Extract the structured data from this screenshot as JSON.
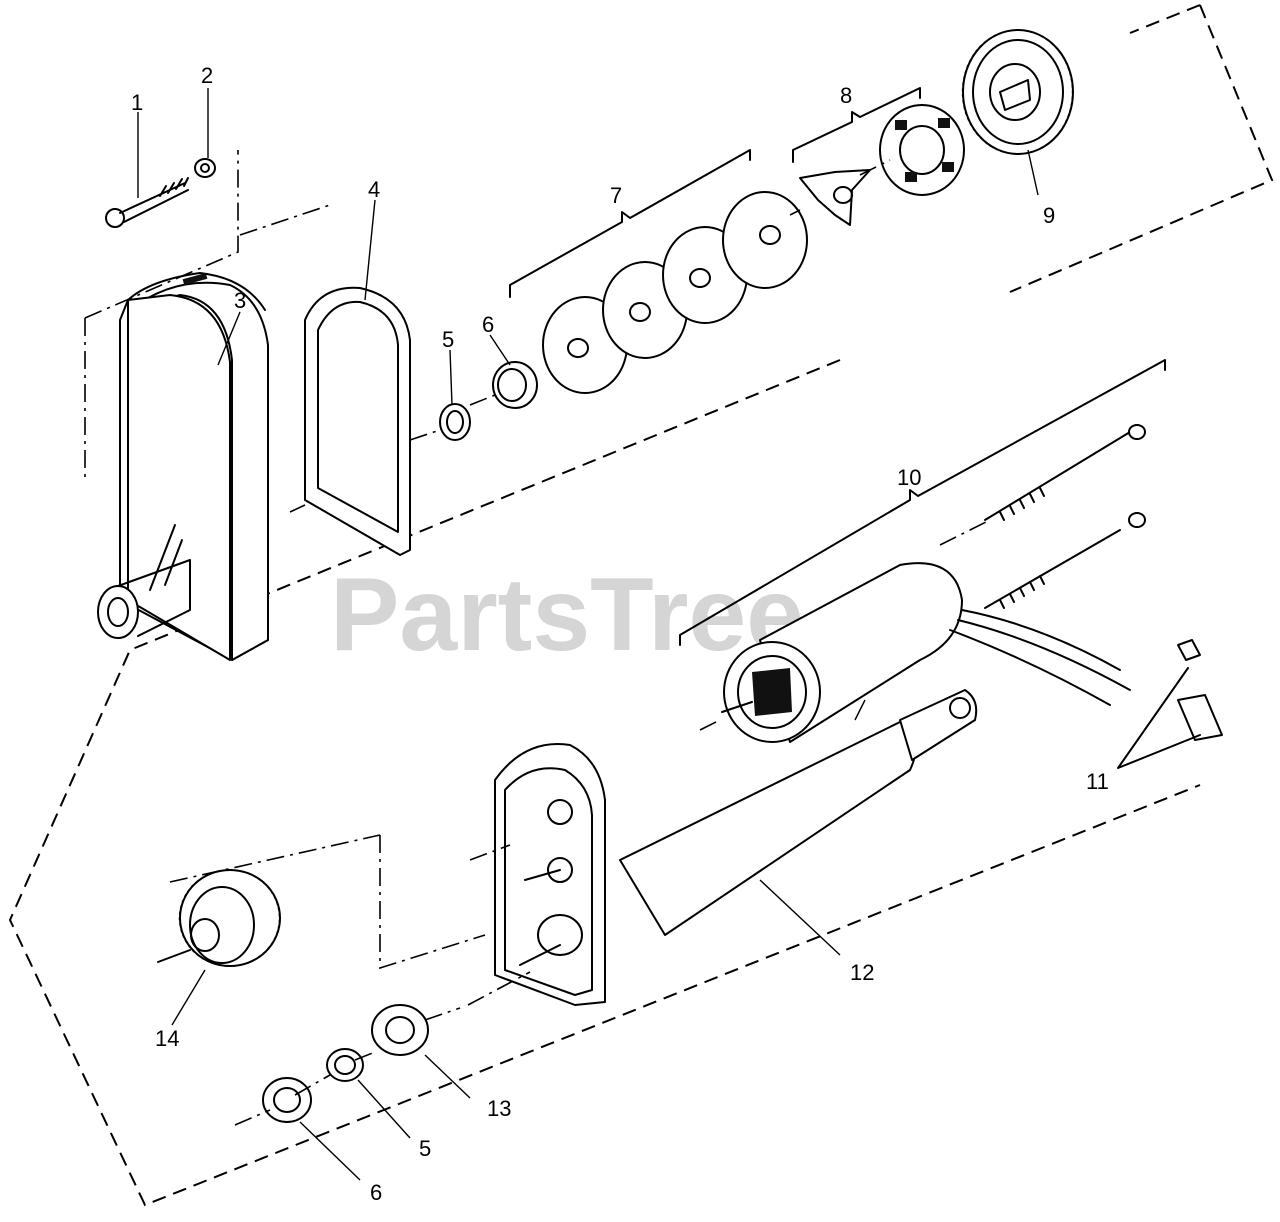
{
  "watermark": "PartsTree",
  "callouts": [
    {
      "id": "c1",
      "text": "1"
    },
    {
      "id": "c2",
      "text": "2"
    },
    {
      "id": "c3",
      "text": "3"
    },
    {
      "id": "c4",
      "text": "4"
    },
    {
      "id": "c5a",
      "text": "5"
    },
    {
      "id": "c6a",
      "text": "6"
    },
    {
      "id": "c7",
      "text": "7"
    },
    {
      "id": "c8",
      "text": "8"
    },
    {
      "id": "c9",
      "text": "9"
    },
    {
      "id": "c10",
      "text": "10"
    },
    {
      "id": "c11",
      "text": "11"
    },
    {
      "id": "c12",
      "text": "12"
    },
    {
      "id": "c13",
      "text": "13"
    },
    {
      "id": "c14",
      "text": "14"
    },
    {
      "id": "c5b",
      "text": "5"
    },
    {
      "id": "c6b",
      "text": "6"
    }
  ]
}
